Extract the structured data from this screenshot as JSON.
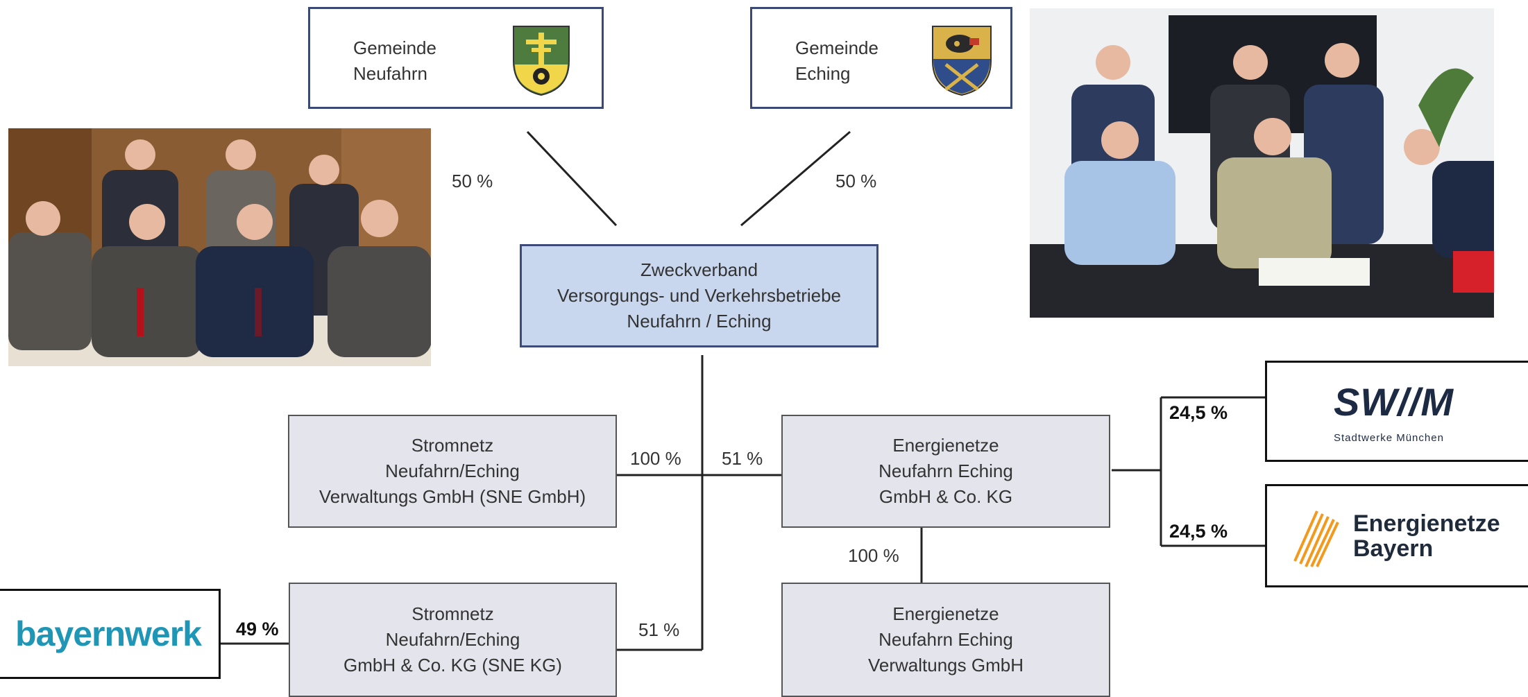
{
  "municipalities": [
    {
      "name": "Gemeinde\nNeufahrn",
      "crest_icon": "cross-cogwheel-crest-icon",
      "crest_colors": [
        "#4e7b3e",
        "#f2d64a"
      ]
    },
    {
      "name": "Gemeinde\nEching",
      "crest_icon": "crossed-tools-crest-icon",
      "crest_colors": [
        "#d9b24a",
        "#2f4d8a",
        "#c23a2a"
      ]
    }
  ],
  "ownership_top": {
    "left": "50 %",
    "right": "50 %"
  },
  "zweckverband": {
    "name": "Zweckverband\nVersorgungs- und Verkehrsbetriebe\nNeufahrn / Eching"
  },
  "companies": {
    "sne_gmbh": "Stromnetz\nNeufahrn/Eching\nVerwaltungs GmbH (SNE GmbH)",
    "sne_kg": "Stromnetz\nNeufahrn/Eching\nGmbH & Co. KG (SNE KG)",
    "en_kg": "Energienetze\nNeufahrn Eching\nGmbH & Co. KG",
    "en_gmbh": "Energienetze\nNeufahrn Eching\nVerwaltungs GmbH"
  },
  "ownership": {
    "sne_gmbh": "100 %",
    "en_kg": "51 %",
    "sne_kg": "51 %",
    "en_gmbh": "100 %",
    "bayernwerk": "49 %",
    "swm": "24,5 %",
    "energienetze_bayern": "24,5 %"
  },
  "partners": {
    "bayernwerk": {
      "logo_text": "bayernwerk",
      "color": "#1f96b6"
    },
    "swm": {
      "logo_text": "SW//M",
      "subtitle": "Stadtwerke München",
      "color": "#1d2a44",
      "accent": "#1b9ad6"
    },
    "energienetze_bayern": {
      "line1": "Energienetze",
      "line2": "Bayern",
      "color": "#1f2a3a",
      "accent": "#f39a1e"
    }
  },
  "photos": [
    {
      "icon": "group-photo-signing-left"
    },
    {
      "icon": "group-photo-signing-right"
    }
  ],
  "colors": {
    "zweckverband_fill": "#c8d7ee",
    "company_fill": "#e4e4ec",
    "frame_blue": "#3b4a74"
  }
}
